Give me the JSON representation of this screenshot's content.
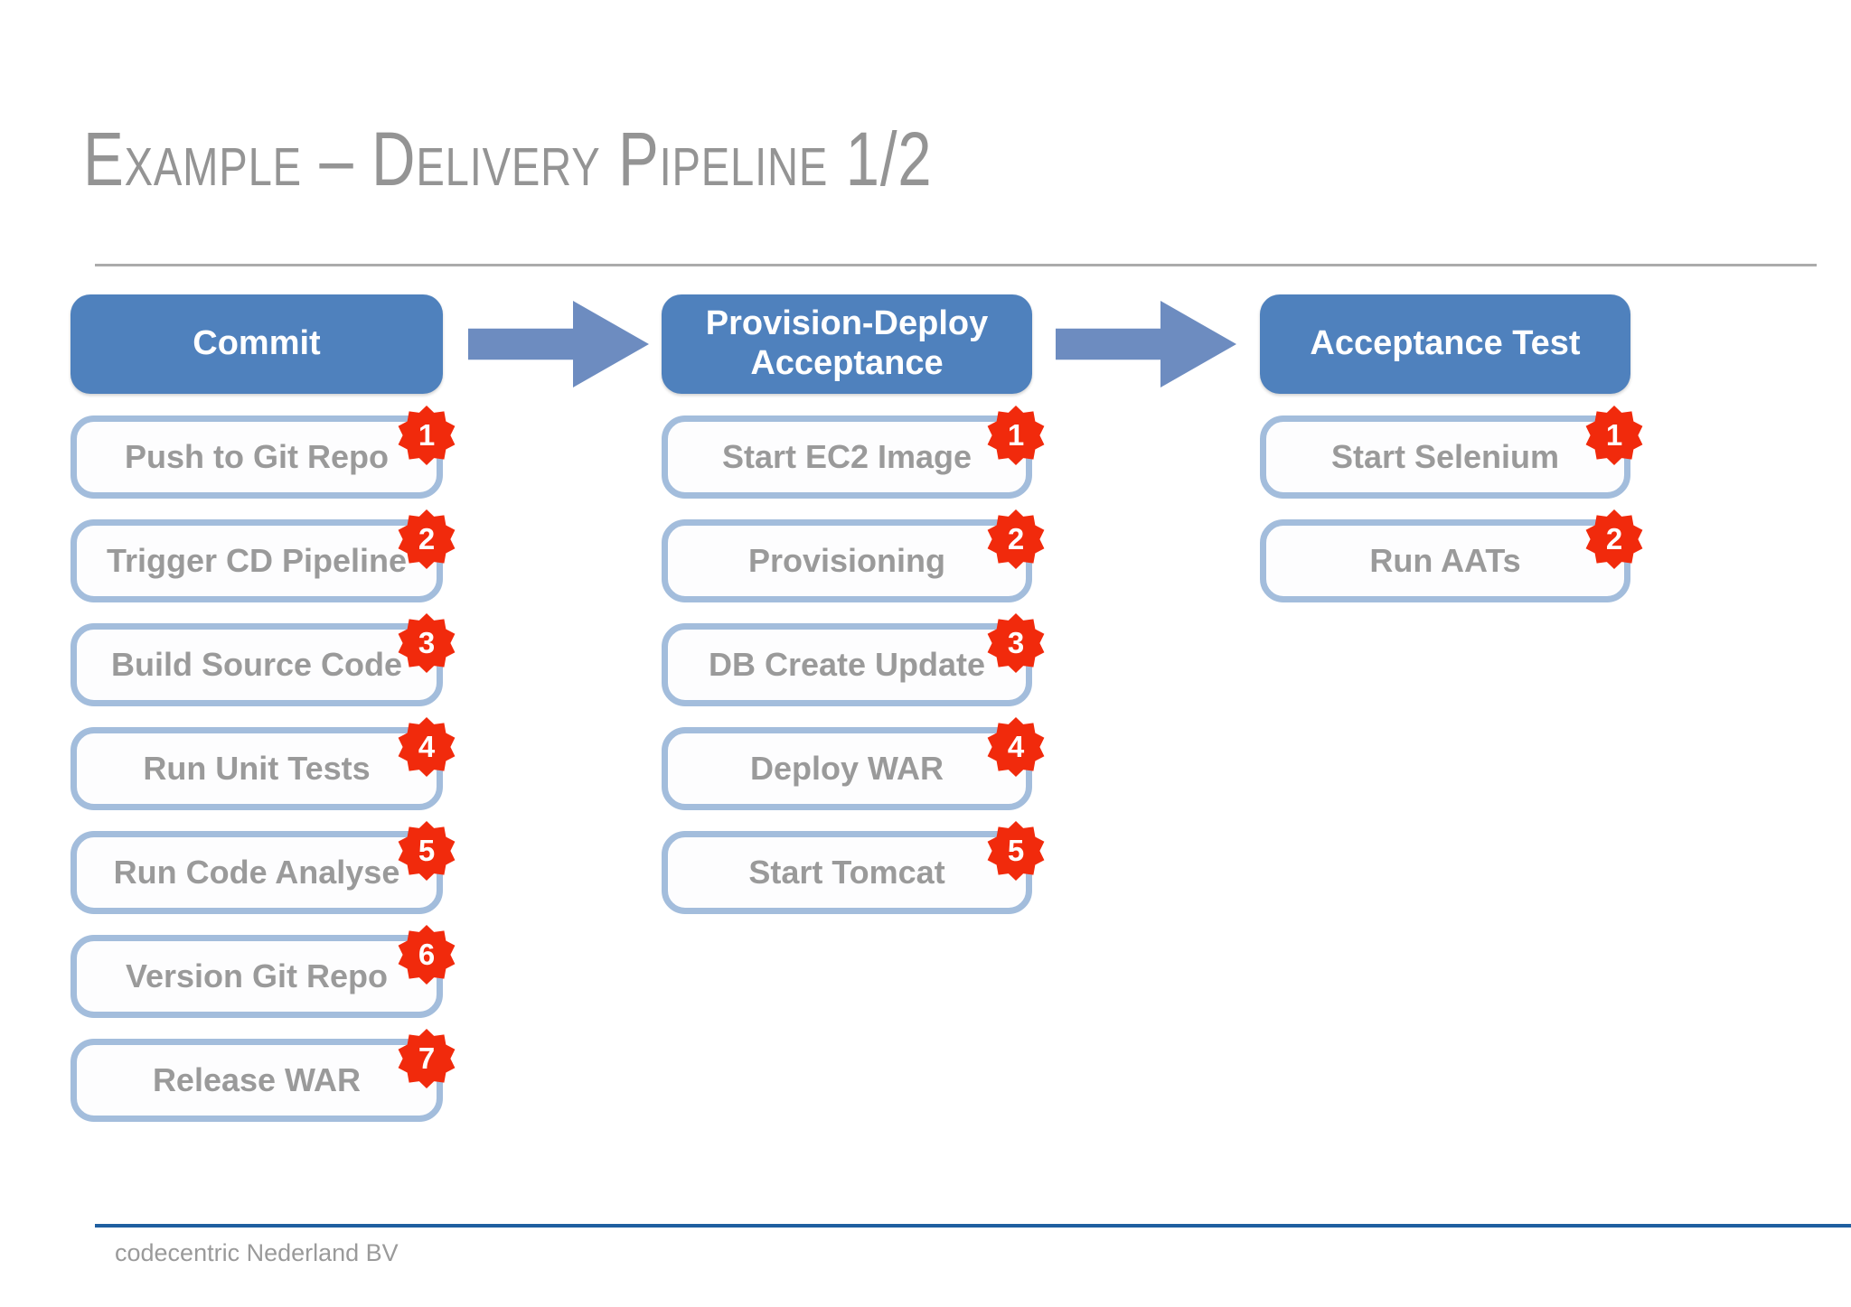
{
  "slide": {
    "title": "Example – Delivery Pipeline 1/2",
    "footer": "codecentric Nederland BV"
  },
  "colors": {
    "stage_header_blue": "#4f81bd",
    "arrow_blue": "#6d8cc0",
    "step_border_blue": "#a3bddc",
    "step_text_gray": "#9a9a9a",
    "badge_red": "#f12a0c",
    "title_gray": "#949494",
    "footer_line_blue": "#1f5fa0"
  },
  "pipeline": {
    "stages": [
      {
        "name": "Commit",
        "steps": [
          {
            "number": "1",
            "label": "Push to Git Repo"
          },
          {
            "number": "2",
            "label": "Trigger CD Pipeline"
          },
          {
            "number": "3",
            "label": "Build Source Code"
          },
          {
            "number": "4",
            "label": "Run Unit Tests"
          },
          {
            "number": "5",
            "label": "Run Code Analyse"
          },
          {
            "number": "6",
            "label": "Version Git Repo"
          },
          {
            "number": "7",
            "label": "Release WAR"
          }
        ]
      },
      {
        "name": "Provision-Deploy Acceptance",
        "steps": [
          {
            "number": "1",
            "label": "Start EC2 Image"
          },
          {
            "number": "2",
            "label": "Provisioning"
          },
          {
            "number": "3",
            "label": "DB Create Update"
          },
          {
            "number": "4",
            "label": "Deploy WAR"
          },
          {
            "number": "5",
            "label": "Start Tomcat"
          }
        ]
      },
      {
        "name": "Acceptance Test",
        "steps": [
          {
            "number": "1",
            "label": "Start Selenium"
          },
          {
            "number": "2",
            "label": "Run AATs"
          }
        ]
      }
    ]
  }
}
